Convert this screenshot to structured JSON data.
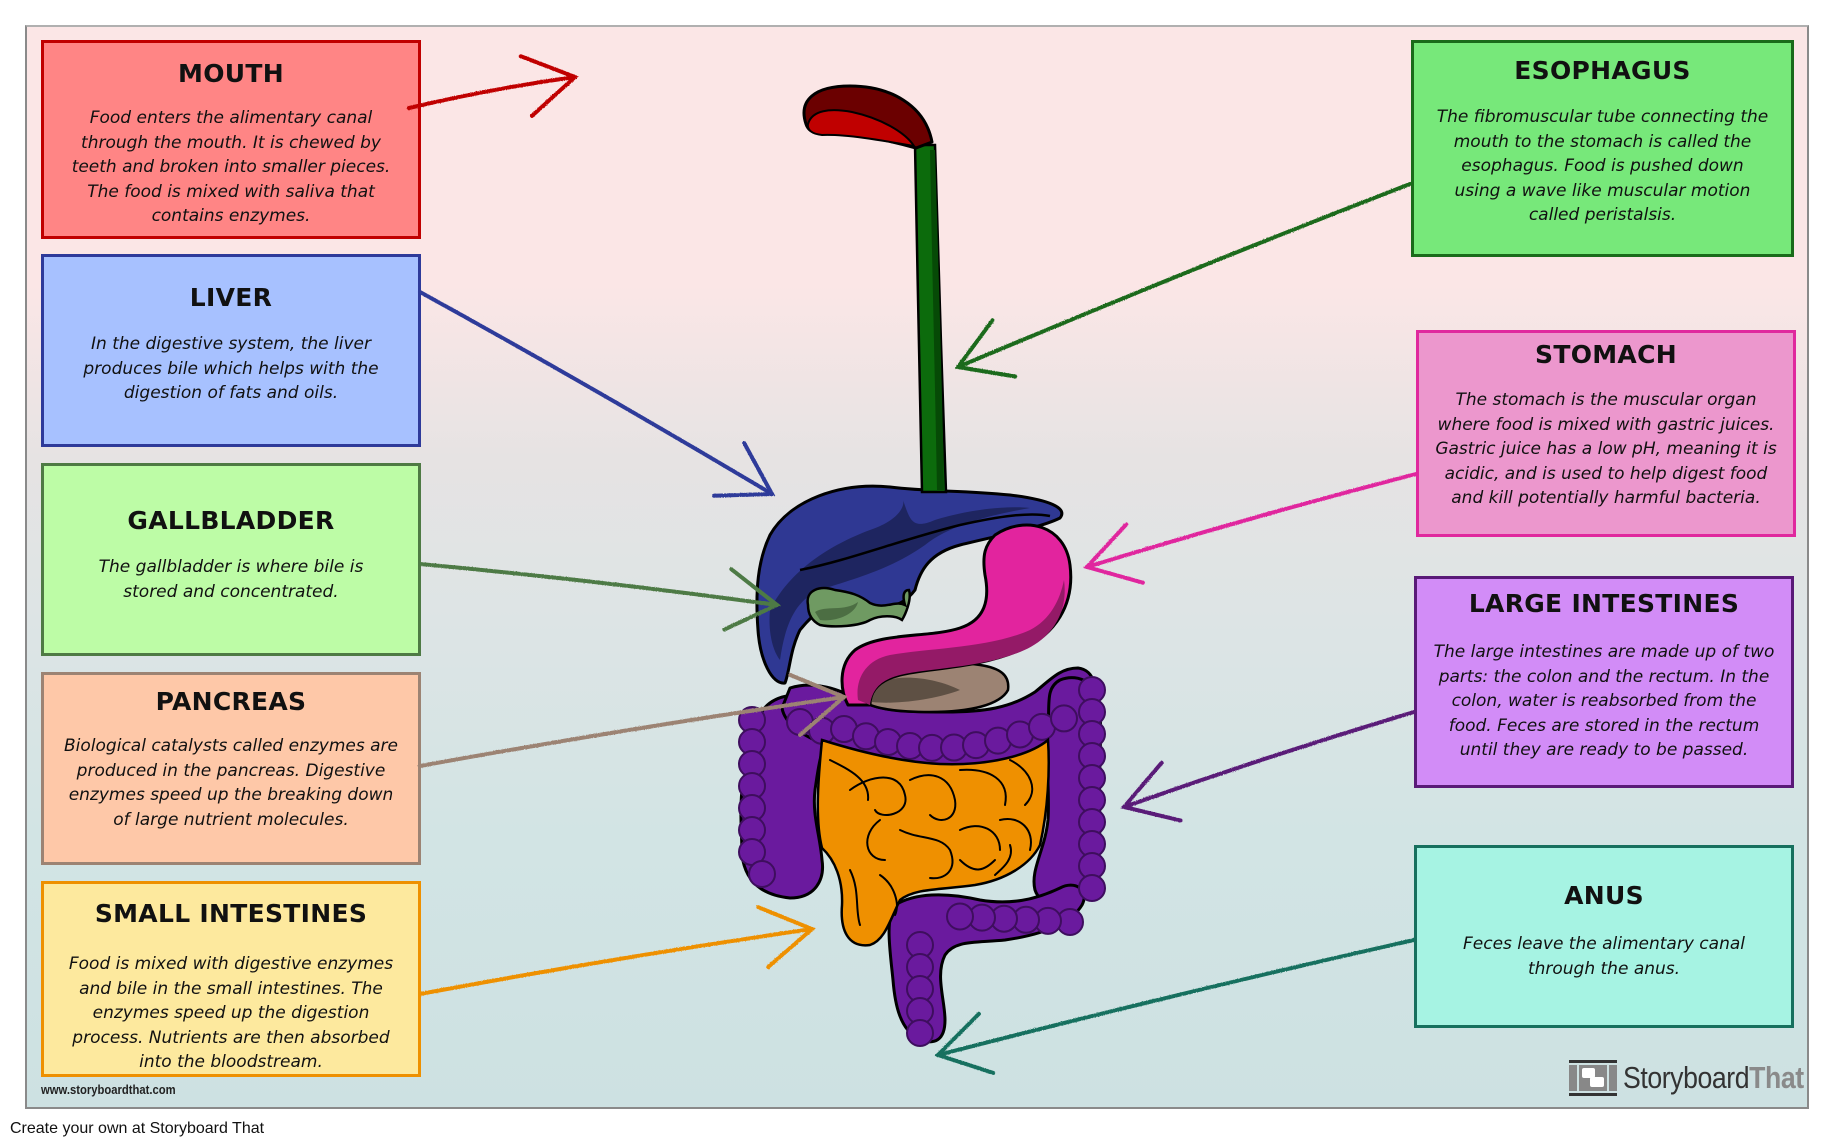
{
  "title": "Digestive System",
  "left_boxes": [
    {
      "id": "mouth",
      "title": "MOUTH",
      "text": "Food enters the alimentary canal through the mouth. It is chewed by teeth and broken into smaller pieces. The food is mixed with saliva that contains enzymes.",
      "bg": "#ff8585",
      "border": "#c00000"
    },
    {
      "id": "liver",
      "title": "LIVER",
      "text": "In the digestive system, the liver produces bile which helps with the digestion of fats and oils.",
      "bg": "#a7c1ff",
      "border": "#2e3a9a"
    },
    {
      "id": "gallbladder",
      "title": "GALLBLADDER",
      "text": "The gallbladder is where bile is stored and concentrated.",
      "bg": "#bdfca6",
      "border": "#4e7a44"
    },
    {
      "id": "pancreas",
      "title": "PANCREAS",
      "text": "Biological catalysts called enzymes are produced in the pancreas. Digestive enzymes speed up the breaking down of large nutrient molecules.",
      "bg": "#fec8a8",
      "border": "#9c8373"
    },
    {
      "id": "small_intestines",
      "title": "SMALL INTESTINES",
      "text": "Food is mixed with digestive enzymes and bile in the small intestines. The enzymes speed up the digestion process. Nutrients are then absorbed into the bloodstream.",
      "bg": "#fde99e",
      "border": "#ee9000"
    }
  ],
  "right_boxes": [
    {
      "id": "esophagus",
      "title": "ESOPHAGUS",
      "text": "The fibromuscular tube connecting the mouth to the stomach is called the esophagus. Food is pushed down using a wave like muscular motion called peristalsis.",
      "bg": "#77e87a",
      "border": "#1a6b1a"
    },
    {
      "id": "stomach",
      "title": "STOMACH",
      "text": "The stomach is the muscular organ where food is mixed with gastric juices. Gastric juice has a low pH, meaning it is acidic, and is used to help digest food and kill potentially harmful bacteria.",
      "bg": "#ec97cd",
      "border": "#e0289e"
    },
    {
      "id": "large_intestines",
      "title": "LARGE INTESTINES",
      "text": "The large intestines are made up of two parts: the colon and the rectum. In the colon, water is reabsorbed from the food. Feces are stored in the rectum until they are ready to be passed.",
      "bg": "#d28cf7",
      "border": "#5a1a78"
    },
    {
      "id": "anus",
      "title": "ANUS",
      "text": "Feces leave the alimentary canal through the anus.",
      "bg": "#a6f3e3",
      "border": "#16705e"
    }
  ],
  "organ_colors": {
    "mouth_dark": "#6b0000",
    "mouth_light": "#c00000",
    "esophagus": "#0c6b0c",
    "esophagus_dark": "#064a06",
    "liver": "#2f3893",
    "liver_dark": "#1e2560",
    "gallbladder": "#6f9a62",
    "stomach": "#e2249e",
    "stomach_dark": "#941a67",
    "pancreas": "#9c8373",
    "pancreas_dark": "#5e5044",
    "large_intestine": "#6a1a9e",
    "large_intestine_dark": "#3e0e5e",
    "small_intestine": "#ef9000"
  },
  "watermark": "www.storyboardthat.com",
  "logo": {
    "part1": "Storyboard",
    "part2": "That"
  },
  "footer": "Create your own at Storyboard That"
}
